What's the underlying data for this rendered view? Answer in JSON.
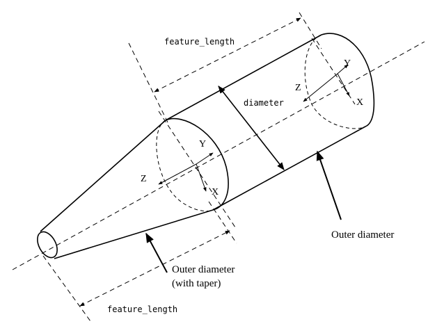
{
  "labels": {
    "feature_length_top": "feature_length",
    "feature_length_bottom": "feature_length",
    "diameter": "diameter",
    "outer_diameter": "Outer diameter",
    "outer_diameter_taper_line1": "Outer diameter",
    "outer_diameter_taper_line2": "(with taper)"
  },
  "axes": {
    "right": {
      "x": "X",
      "y": "Y",
      "z": "Z"
    },
    "left": {
      "x": "X",
      "y": "Y",
      "z": "Z"
    }
  }
}
